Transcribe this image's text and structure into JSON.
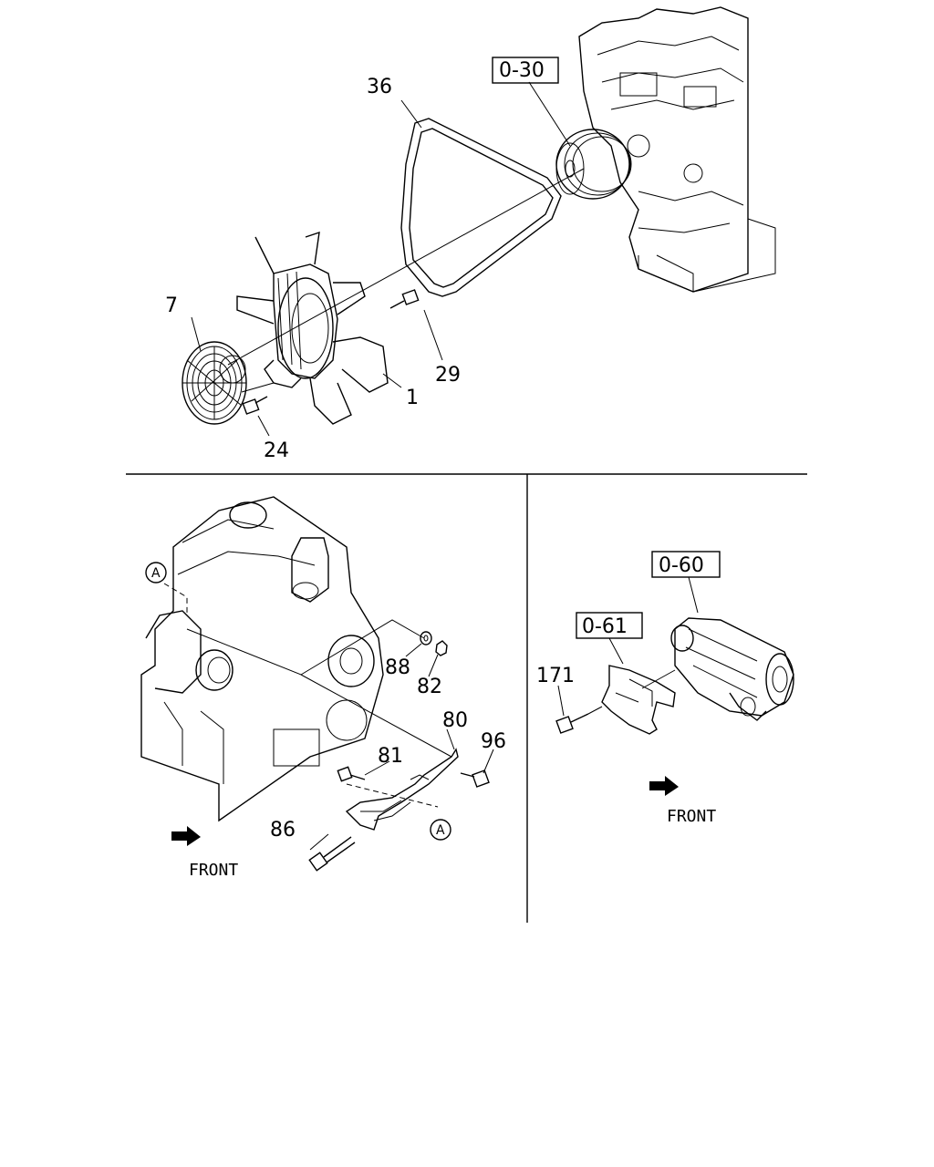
{
  "labels": {
    "p36": "36",
    "p7": "7",
    "p1": "1",
    "p29": "29",
    "p24": "24",
    "p88": "88",
    "p82": "82",
    "p80": "80",
    "p96": "96",
    "p81": "81",
    "p86": "86",
    "p171": "171"
  },
  "boxes": {
    "b030": "0-30",
    "b060": "0-60",
    "b061": "0-61"
  },
  "callouts": {
    "a1": "A",
    "a2": "A"
  },
  "front": {
    "left": "FRONT",
    "right": "FRONT"
  }
}
